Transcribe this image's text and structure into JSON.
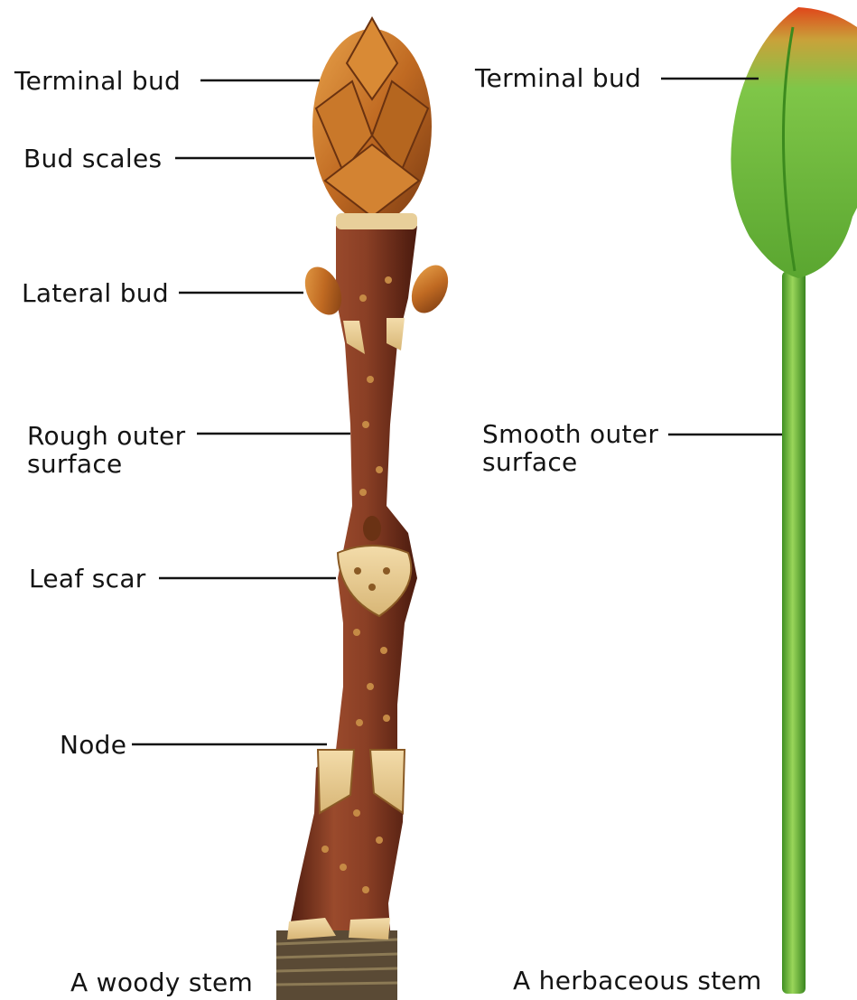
{
  "woody": {
    "caption": "A woody stem",
    "labels": {
      "terminal_bud": "Terminal bud",
      "bud_scales": "Bud scales",
      "lateral_bud": "Lateral bud",
      "rough_surface": "Rough outer\nsurface",
      "leaf_scar": "Leaf scar",
      "node": "Node"
    }
  },
  "herbaceous": {
    "caption": "A herbaceous stem",
    "labels": {
      "terminal_bud": "Terminal bud",
      "smooth_surface": "Smooth outer\nsurface"
    }
  },
  "colors": {
    "bark": "#8a3f25",
    "bark_dark": "#5c2414",
    "bud_scale": "#c9782a",
    "leaf_scar": "#e8cf9a",
    "herb_stem": "#6fbf3a",
    "herb_bud_green": "#7fc648",
    "herb_bud_tip": "#d8521e",
    "leader_line": "#111111"
  }
}
